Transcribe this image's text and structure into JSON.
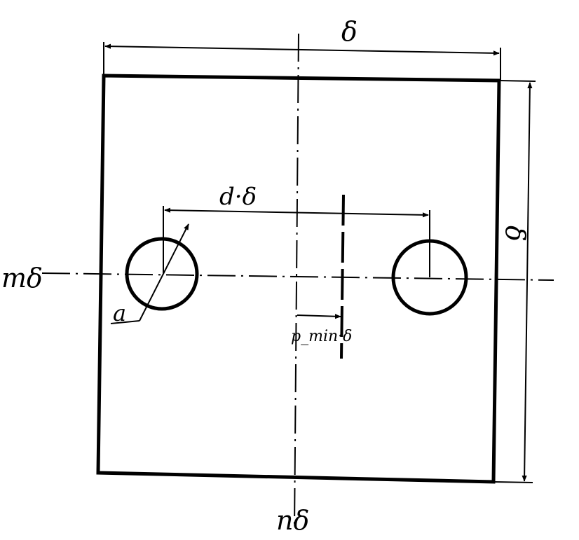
{
  "labels": {
    "top_width": "δ",
    "right_height": "δ",
    "hole_spacing": "d·δ",
    "hole_diameter": "a",
    "horizontal_axis": "mδ",
    "vertical_axis": "nδ",
    "offset": "p_min·δ"
  },
  "colors": {
    "ink": "#000000",
    "paper": "#ffffff"
  }
}
